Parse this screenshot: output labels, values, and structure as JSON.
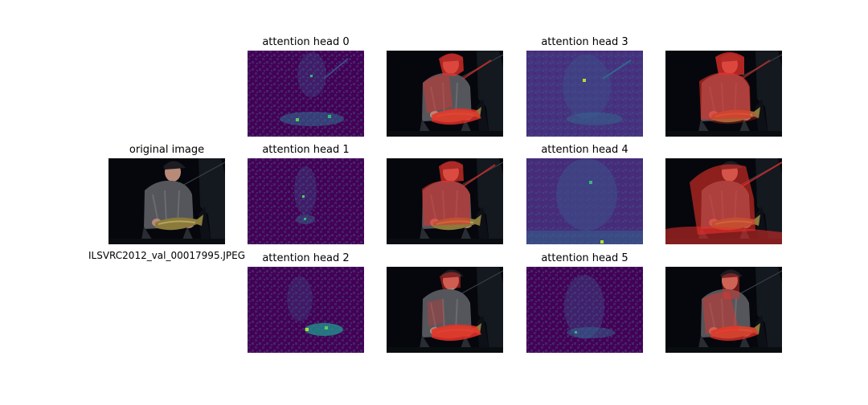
{
  "original": {
    "title": "original image",
    "caption": "ILSVRC2012_val_00017995.JPEG"
  },
  "heads": [
    {
      "title": "attention head 0"
    },
    {
      "title": "attention head 1"
    },
    {
      "title": "attention head 2"
    },
    {
      "title": "attention head 3"
    },
    {
      "title": "attention head 4"
    },
    {
      "title": "attention head 5"
    }
  ],
  "colors": {
    "heatmap_background": "#440154",
    "heatmap_mid": "#3b528b",
    "heatmap_high": "#5ec962",
    "heatmap_peak": "#fde725",
    "overlay_red": "#e8302a",
    "photo_background": "#05070c"
  }
}
